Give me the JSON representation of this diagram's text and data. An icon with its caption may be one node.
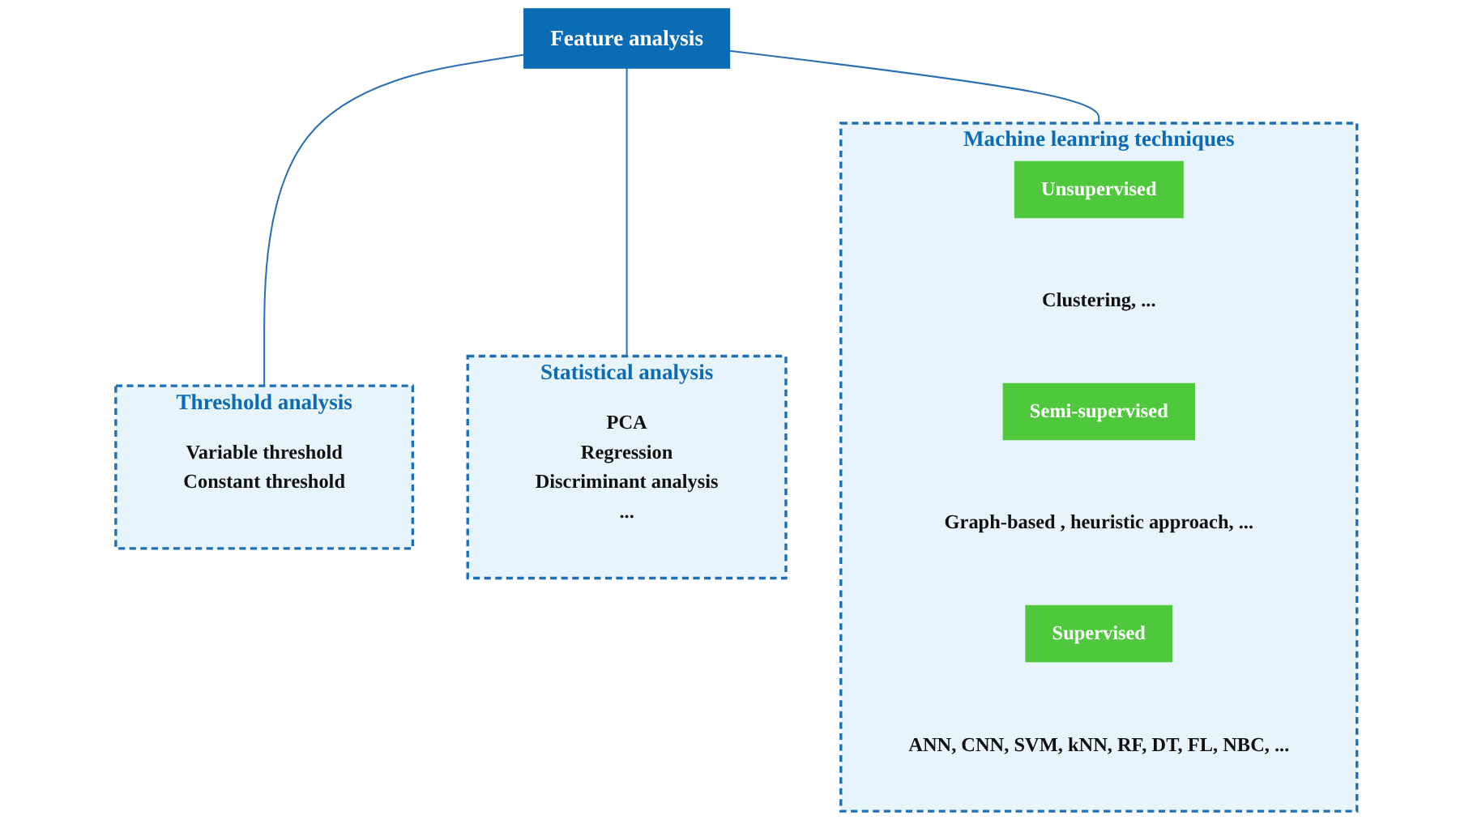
{
  "diagram": {
    "nodes": [
      {
        "text": [
          "Feature analysis"
        ]
      },
      {
        "text": [
          "Threshold analysis"
        ]
      },
      {
        "text": [
          "Variable threshold",
          "Constant threshold"
        ],
        "in": 1
      },
      {
        "text": [
          "Statistical analysis"
        ]
      },
      {
        "text": [
          "PCA",
          "Regression",
          "Discriminant analysis",
          "..."
        ],
        "in": 3
      },
      {
        "text": [
          "Machine leanring techniques"
        ]
      },
      {
        "text": [
          "Unsupervised"
        ],
        "in": 5
      },
      {
        "text": [
          "Clustering, ..."
        ],
        "in": 5
      },
      {
        "text": [
          "Semi-supervised"
        ],
        "in": 5
      },
      {
        "text": [
          "Graph-based , heuristic approach, ..."
        ],
        "in": 5
      },
      {
        "text": [
          "Supervised"
        ],
        "in": 5
      },
      {
        "text": [
          "ANN, CNN, SVM, kNN, RF, DT, FL, NBC, ..."
        ],
        "in": 5
      }
    ],
    "edges": [
      {
        "from": 0,
        "to": 1,
        "arrow": "none"
      },
      {
        "from": 0,
        "to": 3,
        "arrow": "none"
      },
      {
        "from": 0,
        "to": 5,
        "arrow": "none"
      }
    ]
  }
}
